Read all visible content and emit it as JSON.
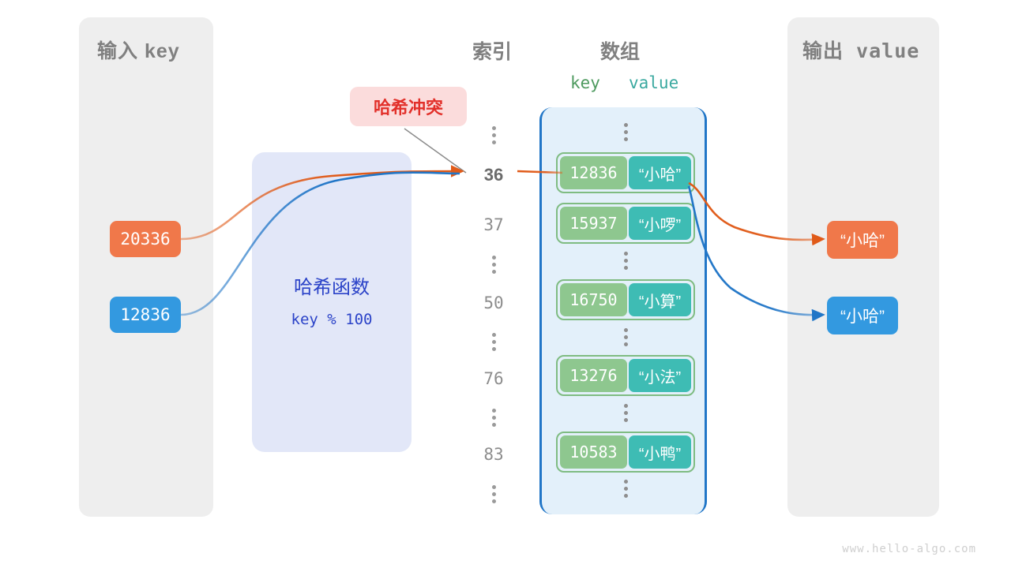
{
  "panels": {
    "input_title": "输入 key",
    "output_title": "输出 value"
  },
  "headers": {
    "index": "索引",
    "array": "数组",
    "key": "key",
    "value": "value"
  },
  "hash_function": {
    "title": "哈希函数",
    "formula": "key % 100"
  },
  "collision": {
    "label": "哈希冲突"
  },
  "input_keys": [
    {
      "text": "20336",
      "color": "#f0784a"
    },
    {
      "text": "12836",
      "color": "#3399e0"
    }
  ],
  "output_values": [
    {
      "text": "“小哈”",
      "color": "#f0784a"
    },
    {
      "text": "“小哈”",
      "color": "#3399e0"
    }
  ],
  "index_column": [
    {
      "type": "dots",
      "text": "⋮"
    },
    {
      "type": "index",
      "text": "36",
      "highlighted": true
    },
    {
      "type": "index",
      "text": "37",
      "highlighted": false
    },
    {
      "type": "dots",
      "text": "⋮"
    },
    {
      "type": "index",
      "text": "50",
      "highlighted": false
    },
    {
      "type": "dots",
      "text": "⋮"
    },
    {
      "type": "index",
      "text": "76",
      "highlighted": false
    },
    {
      "type": "dots",
      "text": "⋮"
    },
    {
      "type": "index",
      "text": "83",
      "highlighted": false
    },
    {
      "type": "dots",
      "text": "⋮"
    }
  ],
  "buckets": [
    {
      "key": "12836",
      "value": "“小哈”"
    },
    {
      "key": "15937",
      "value": "“小啰”"
    },
    {
      "key": "16750",
      "value": "“小算”"
    },
    {
      "key": "13276",
      "value": "“小法”"
    },
    {
      "key": "10583",
      "value": "“小鸭”"
    }
  ],
  "colors": {
    "panel_bg": "#eeeeee",
    "hash_box_bg": "#e2e7f8",
    "hash_text": "#2b43c8",
    "array_bg": "#e3f0fa",
    "array_border": "#2176c7",
    "cell_key_bg": "#8ec78f",
    "cell_value_bg": "#3ebcb4",
    "bucket_border": "#7fbc82",
    "orange": "#e05a18",
    "blue": "#2176c7",
    "collision_bg": "#fbdcdc",
    "collision_text": "#e2302a",
    "header_text": "#808080"
  },
  "watermark": "www.hello-algo.com"
}
